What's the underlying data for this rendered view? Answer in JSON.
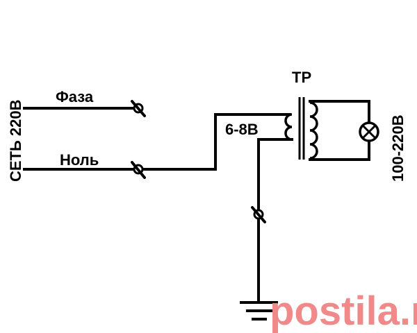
{
  "labels": {
    "mains": "СЕТЬ 220В",
    "phase": "Фаза",
    "neutral": "Ноль",
    "transformer": "ТР",
    "primary_voltage": "6-8В",
    "secondary_voltage": "100-220В"
  },
  "watermark": {
    "text": "postila.ru",
    "color": "#f08a8a"
  },
  "icons": {
    "terminal": "terminal-slash-icon",
    "lamp": "lamp-icon",
    "ground": "ground-icon",
    "transformer": "transformer-icon"
  }
}
